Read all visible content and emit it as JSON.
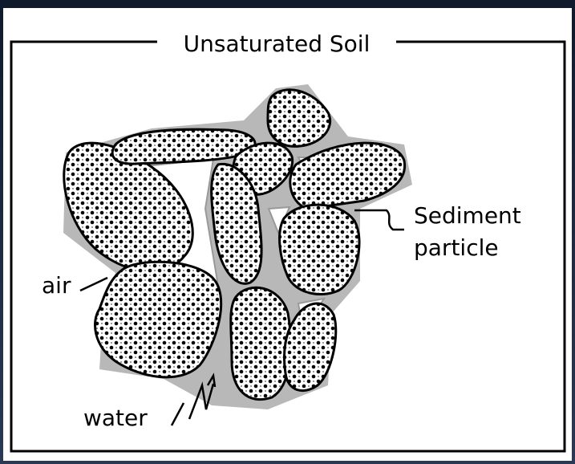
{
  "title": "Unsaturated Soil",
  "labels": {
    "air": "air",
    "water": "water",
    "particle_line1": "Sediment",
    "particle_line2": "particle"
  },
  "colors": {
    "outer_frame": "#1c2a3e",
    "background": "#ffffff",
    "particle_dots": "#000000",
    "water": "#b8b8b8",
    "air": "#ffffff",
    "outline": "#000000"
  }
}
